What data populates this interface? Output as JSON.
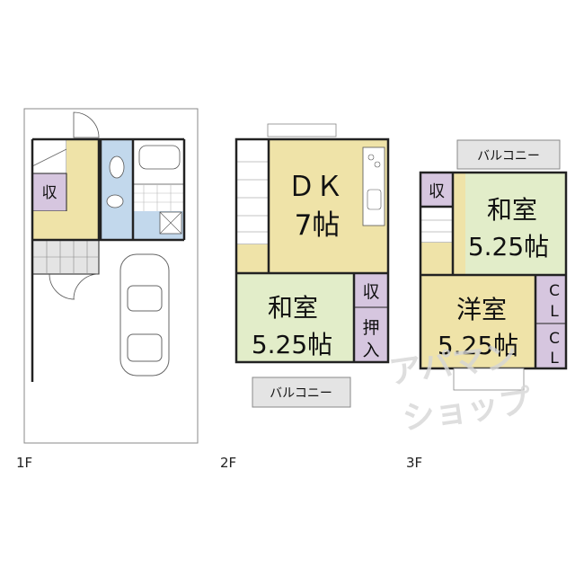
{
  "floors": {
    "f1": {
      "label": "1F",
      "storage": "収"
    },
    "f2": {
      "label": "2F",
      "dk": {
        "line1": "ＤＫ",
        "line2": "7帖"
      },
      "washitsu": {
        "line1": "和室",
        "line2": "5.25帖"
      },
      "storage": "収",
      "oshiire": {
        "char1": "押",
        "char2": "入"
      },
      "balcony": "バルコニー"
    },
    "f3": {
      "label": "3F",
      "washitsu": {
        "line1": "和室",
        "line2": "5.25帖"
      },
      "youshitsu": {
        "line1": "洋室",
        "line2": "5.25帖"
      },
      "storage": "収",
      "closet1": {
        "c": "C",
        "l": "L"
      },
      "closet2": {
        "c": "C",
        "l": "L"
      },
      "balcony": "バルコニー"
    }
  },
  "watermark": {
    "line1": "アパマン",
    "line2": "ショップ"
  },
  "colors": {
    "yellow": "#efe3a8",
    "green": "#e2edc9",
    "purple": "#d6c6df",
    "blue": "#c2d8ec",
    "gray": "#e4e4e4",
    "wall": "#222222"
  }
}
